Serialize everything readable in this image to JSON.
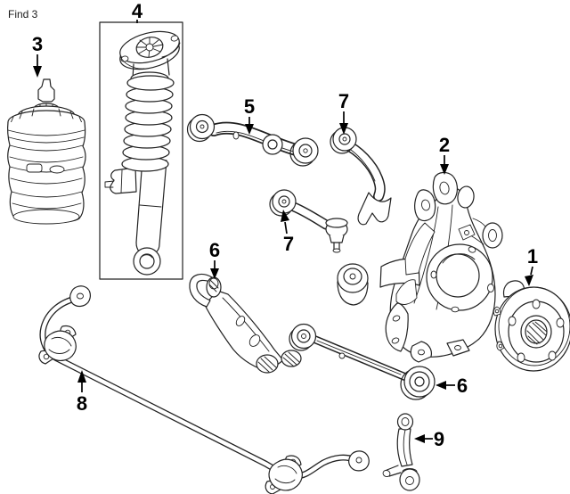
{
  "page": {
    "find_label": "Find 3"
  },
  "diagram": {
    "background": "#ffffff",
    "line_color": "#222222",
    "label_color": "#000000",
    "callouts": [
      {
        "label": "1"
      },
      {
        "label": "2"
      },
      {
        "label": "3"
      },
      {
        "label": "4"
      },
      {
        "label": "5"
      },
      {
        "label": "6"
      },
      {
        "label": "6"
      },
      {
        "label": "7"
      },
      {
        "label": "7"
      },
      {
        "label": "8"
      },
      {
        "label": "9"
      }
    ]
  }
}
